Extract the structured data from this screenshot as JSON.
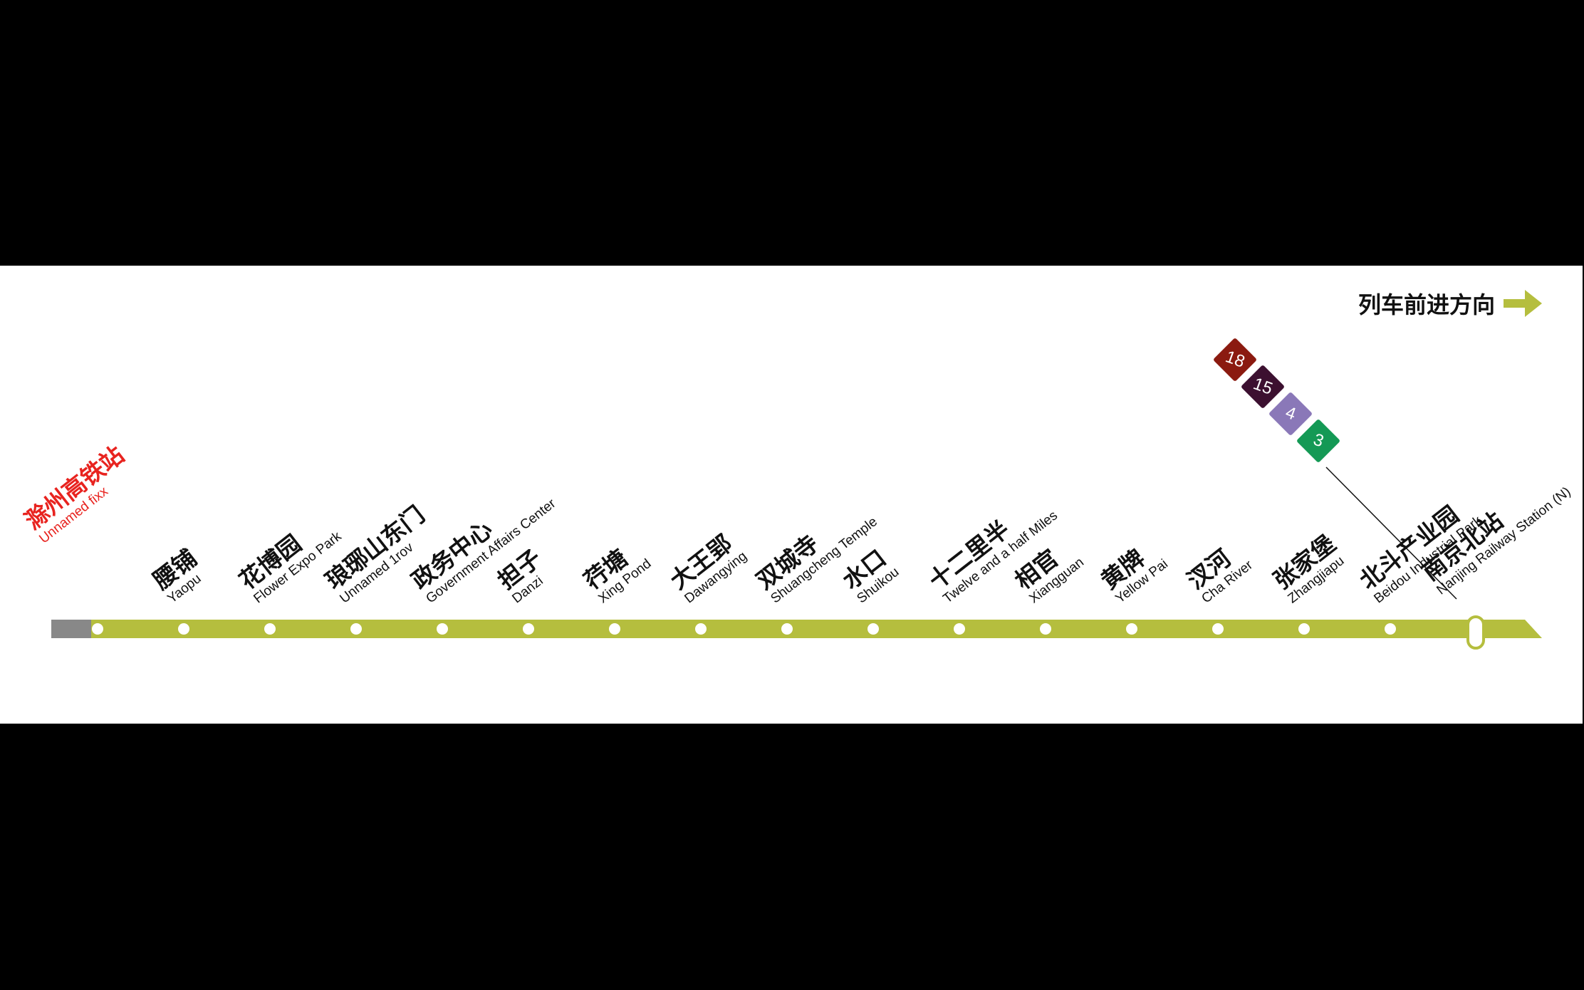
{
  "direction": {
    "label": "列车前进方向"
  },
  "colors": {
    "line": "#b5be3e",
    "inactive": "#888888",
    "terminus_text": "#e8231f"
  },
  "transfer": {
    "lines": [
      {
        "label": "18",
        "color": "#8b1a10"
      },
      {
        "label": "15",
        "color": "#3c1030"
      },
      {
        "label": "4",
        "color": "#8a78b8"
      },
      {
        "label": "3",
        "color": "#149955"
      }
    ]
  },
  "terminus": {
    "zh": "滁州高铁站",
    "en": "Unnamed fixx"
  },
  "stations": [
    {
      "zh": "腰铺",
      "en": "Yaopu"
    },
    {
      "zh": "花博园",
      "en": "Flower Expo Park"
    },
    {
      "zh": "琅琊山东门",
      "en": "Unnamed 1rov"
    },
    {
      "zh": "政务中心",
      "en": "Government Affairs Center"
    },
    {
      "zh": "担子",
      "en": "Danzi"
    },
    {
      "zh": "荇塘",
      "en": "Xing Pond"
    },
    {
      "zh": "大王郢",
      "en": "Dawangying"
    },
    {
      "zh": "双城寺",
      "en": "Shuangcheng Temple"
    },
    {
      "zh": "水口",
      "en": "Shuikou"
    },
    {
      "zh": "十二里半",
      "en": "Twelve and a half Miles"
    },
    {
      "zh": "相官",
      "en": "Xiangguan"
    },
    {
      "zh": "黄牌",
      "en": "Yellow Pai"
    },
    {
      "zh": "汊河",
      "en": "Cha River"
    },
    {
      "zh": "张家堡",
      "en": "Zhangjiapu"
    },
    {
      "zh": "北斗产业园",
      "en": "Beidou Industrial Park"
    },
    {
      "zh": "南京北站",
      "en": "Nanjing Railway Station (N)"
    }
  ]
}
